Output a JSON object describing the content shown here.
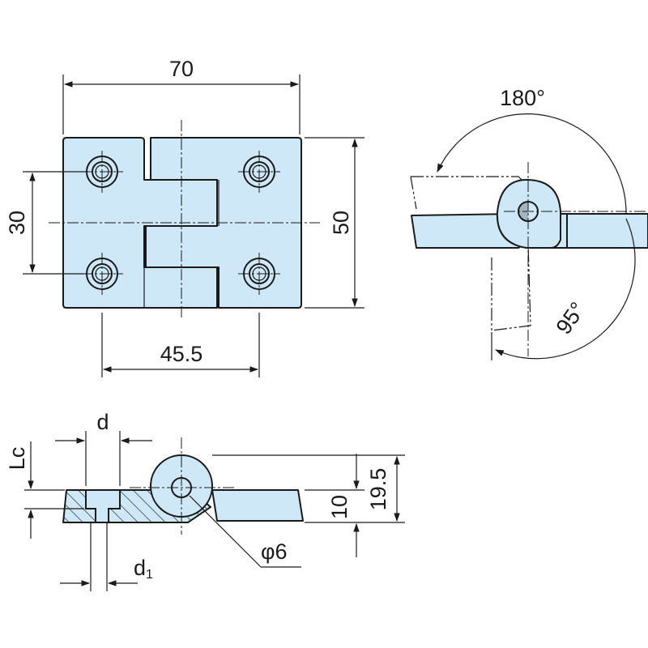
{
  "dimensions": {
    "width": "70",
    "height": "50",
    "hole_vertical_pitch": "30",
    "hole_horizontal_pitch": "45.5",
    "open_angle": "180°",
    "close_angle": "95°",
    "hole_diameter": "d",
    "counterbore_diameter_base": "d",
    "counterbore_diameter_sub": "1",
    "head_depth": "Lc",
    "leaf_thickness": "10",
    "overall_height": "19.5",
    "pin_diameter": "φ6"
  },
  "colors": {
    "part_fill": "#cfe8f7",
    "line": "#1a1a1a"
  }
}
